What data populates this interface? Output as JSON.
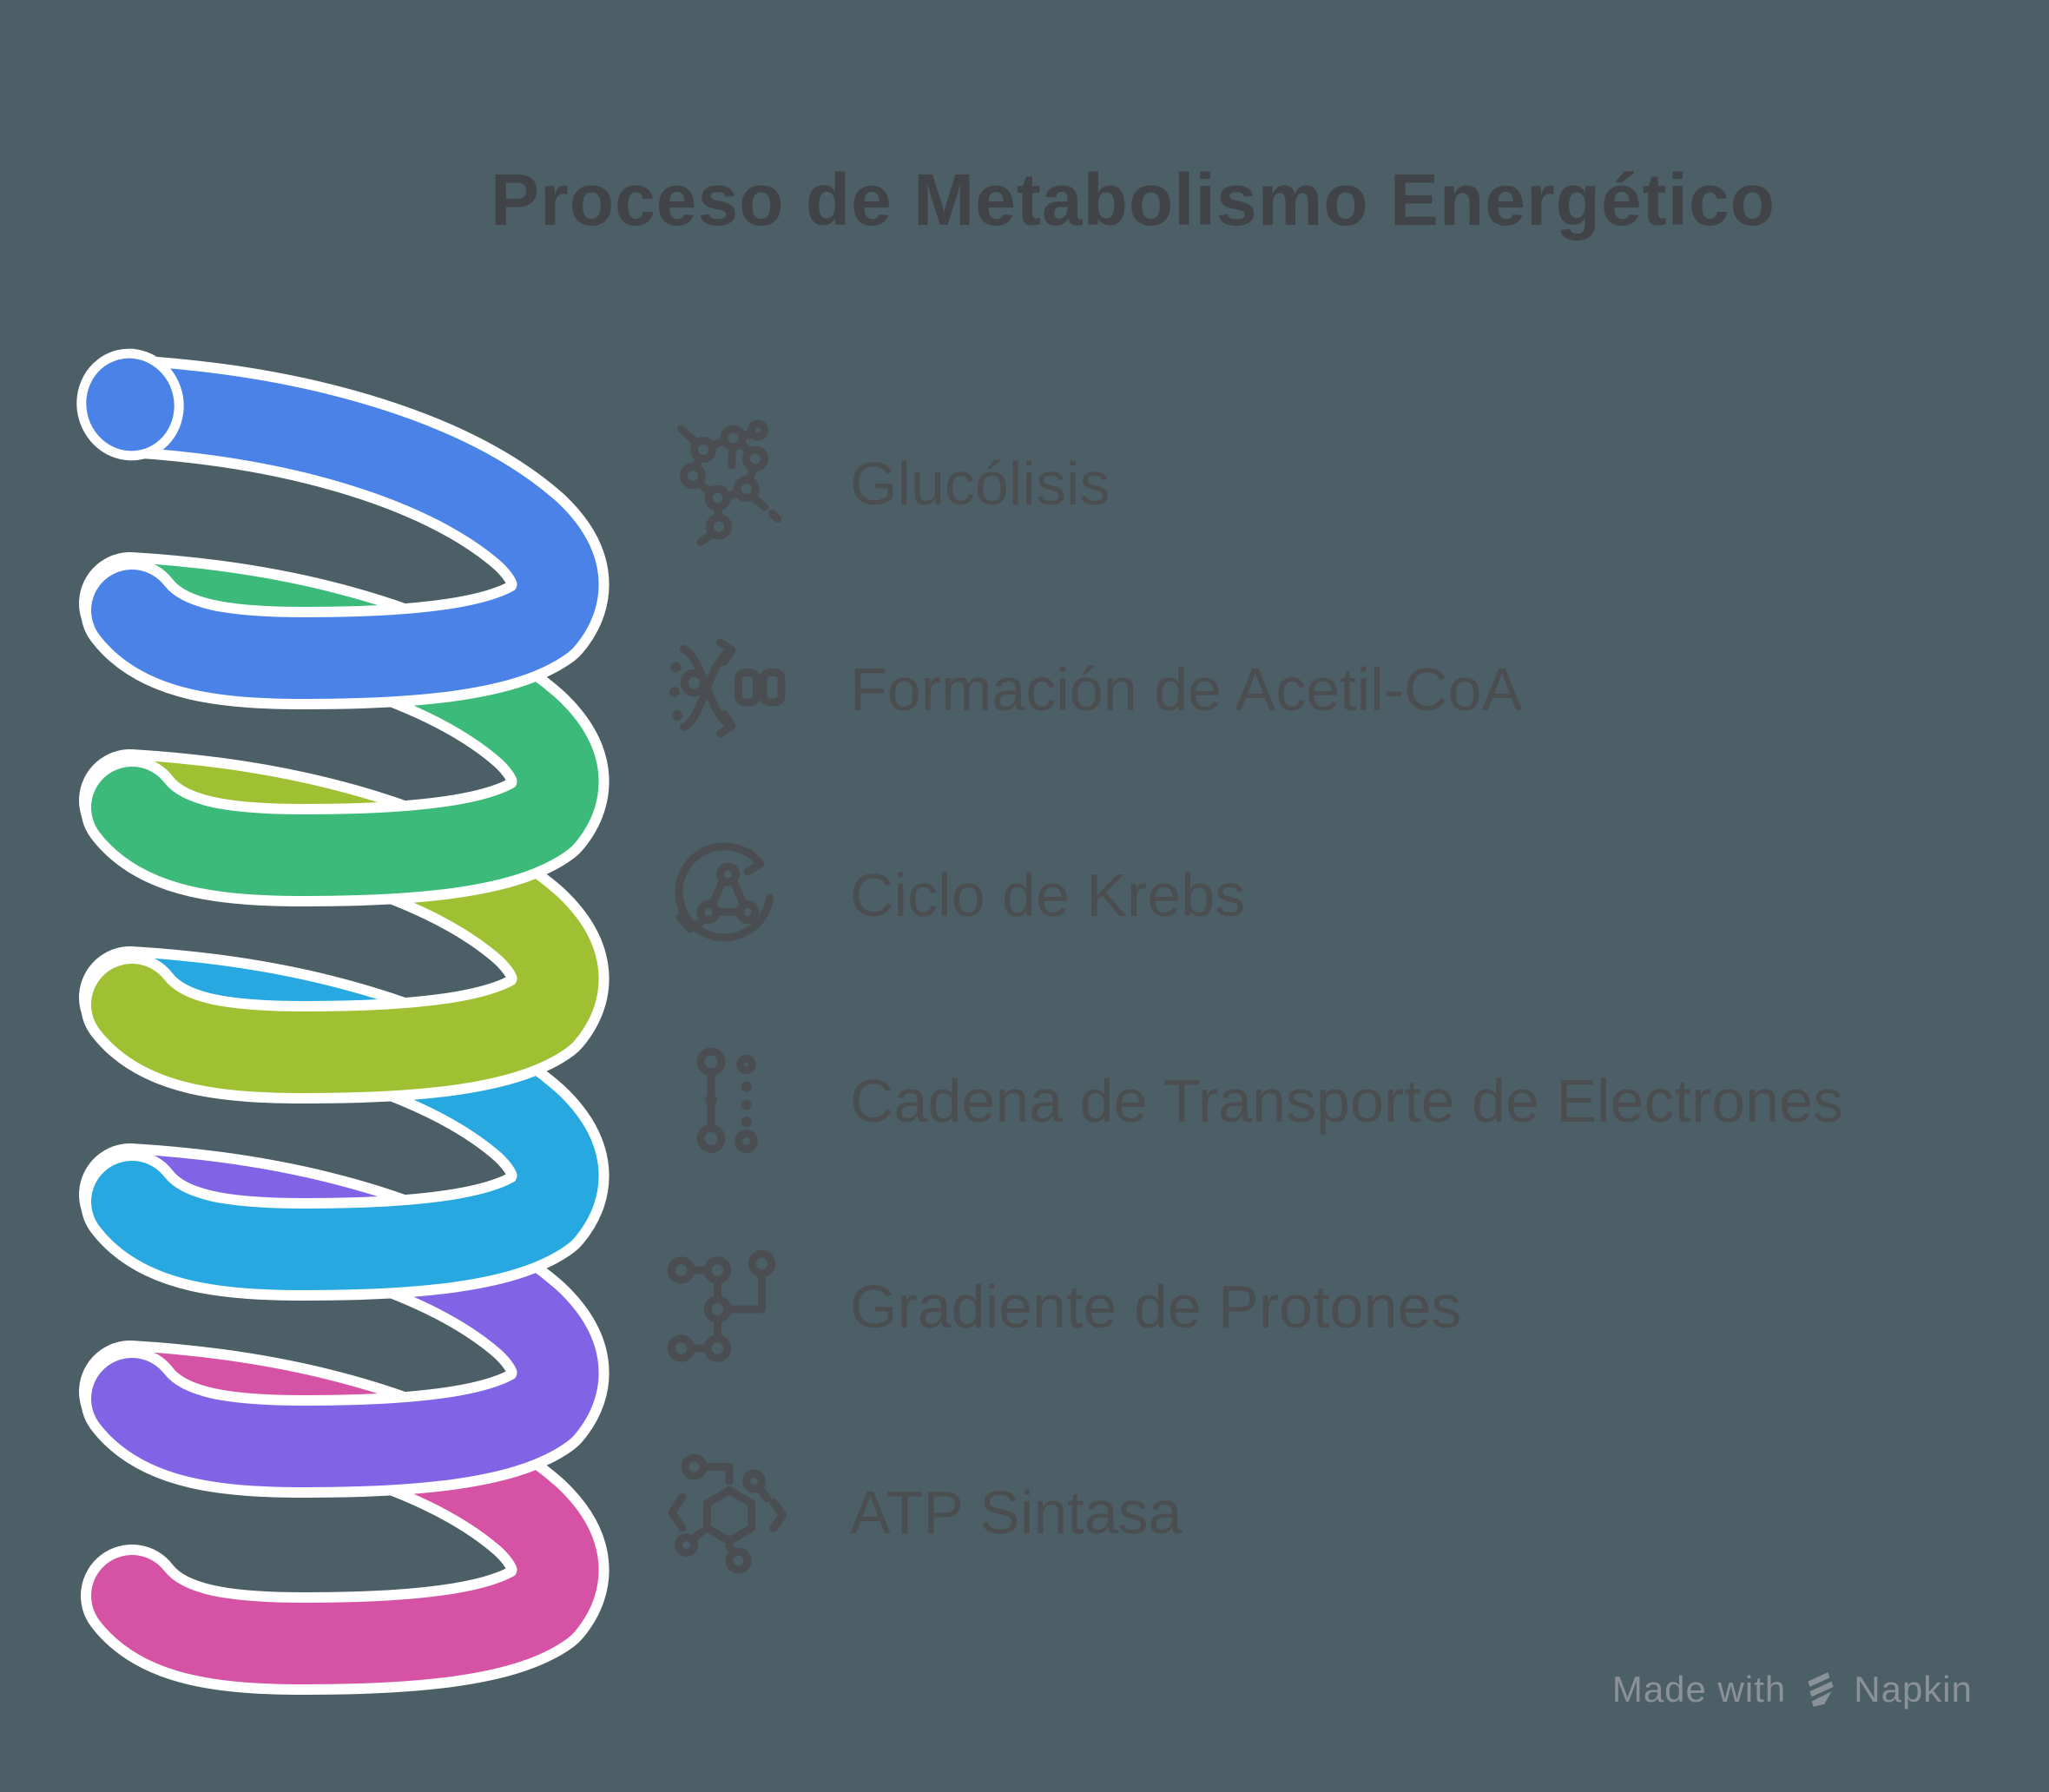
{
  "title": "Proceso de Metabolismo Energético",
  "items": [
    {
      "label": "Glucólisis",
      "icon": "molecule-icon"
    },
    {
      "label": "Formación de Acetil-CoA",
      "icon": "transformation-icon"
    },
    {
      "label": "Ciclo de Krebs",
      "icon": "cycle-icon"
    },
    {
      "label": "Cadena de Transporte de Electrones",
      "icon": "chain-icon"
    },
    {
      "label": "Gradiente de Protones",
      "icon": "network-icon"
    },
    {
      "label": "ATP Sintasa",
      "icon": "hexagon-molecule-icon"
    }
  ],
  "spiral": {
    "loop_colors": [
      "#4a82e8",
      "#3cba7a",
      "#9fc032",
      "#27a8e0",
      "#8163e6",
      "#d552a5"
    ],
    "outline": "#ffffff"
  },
  "colors": {
    "background": "#4d5f66",
    "title_text": "#404448",
    "item_text": "#4b4e51",
    "icon": "#4a4e52",
    "footer_text": "#8a9197"
  },
  "footer": {
    "made_with": "Made with",
    "brand": "Napkin",
    "logo": "napkin-logo-icon"
  }
}
